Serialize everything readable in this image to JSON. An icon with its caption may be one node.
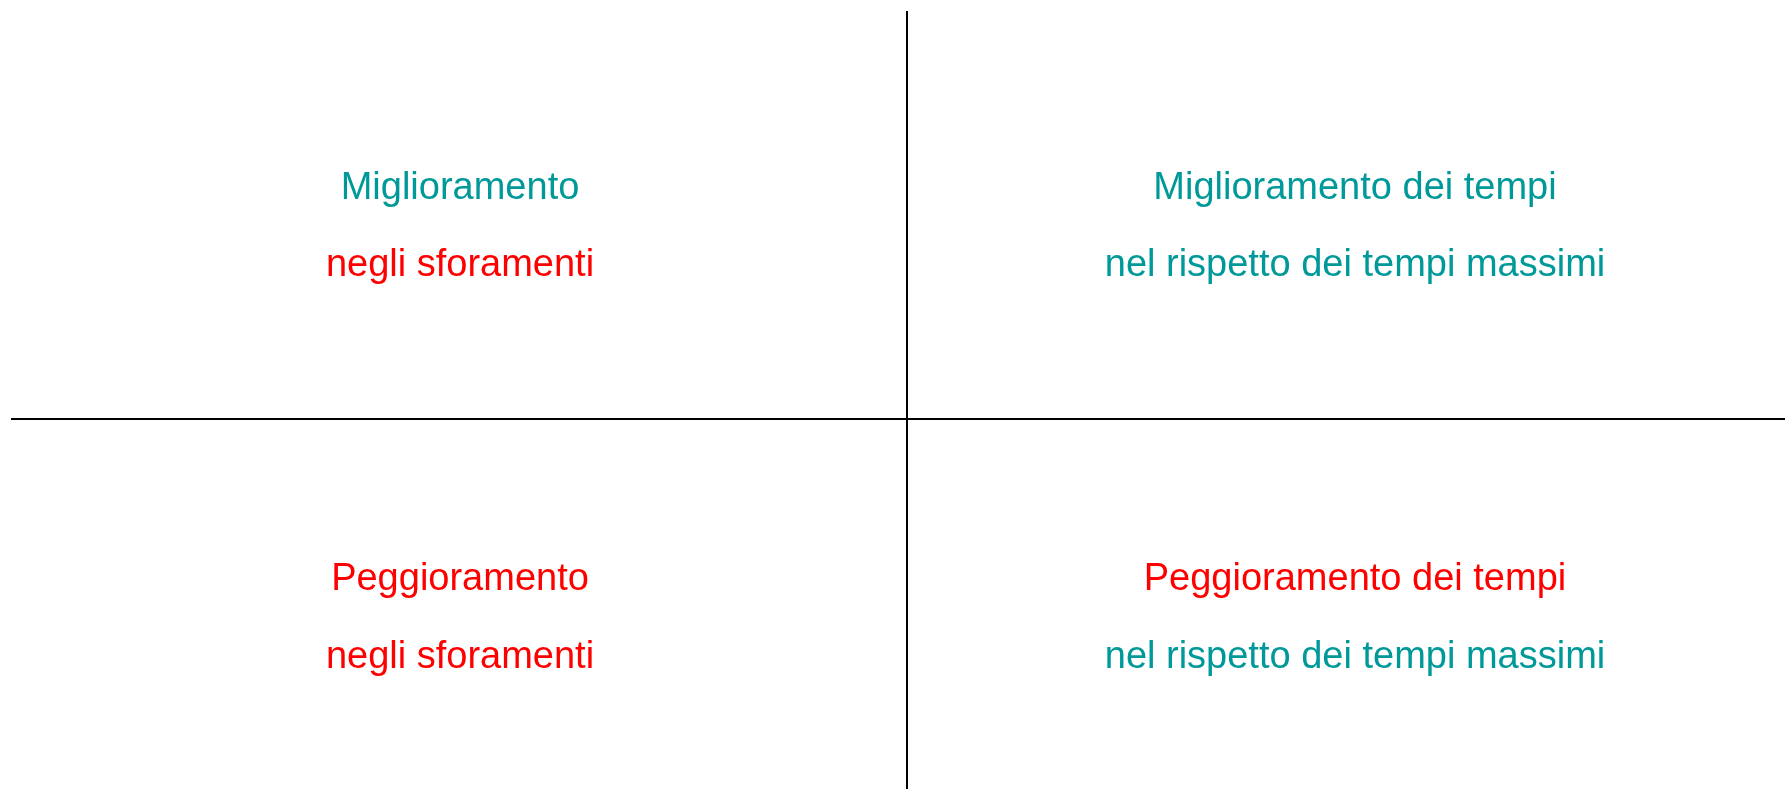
{
  "diagram": {
    "labels": [
      "Miglioramento",
      "negli sforamenti",
      "Miglioramento dei tempi",
      "nel rispetto dei tempi massimi",
      "Peggioramento",
      "negli sforamenti",
      "Peggioramento dei tempi",
      "nel rispetto dei tempi massimi"
    ]
  }
}
